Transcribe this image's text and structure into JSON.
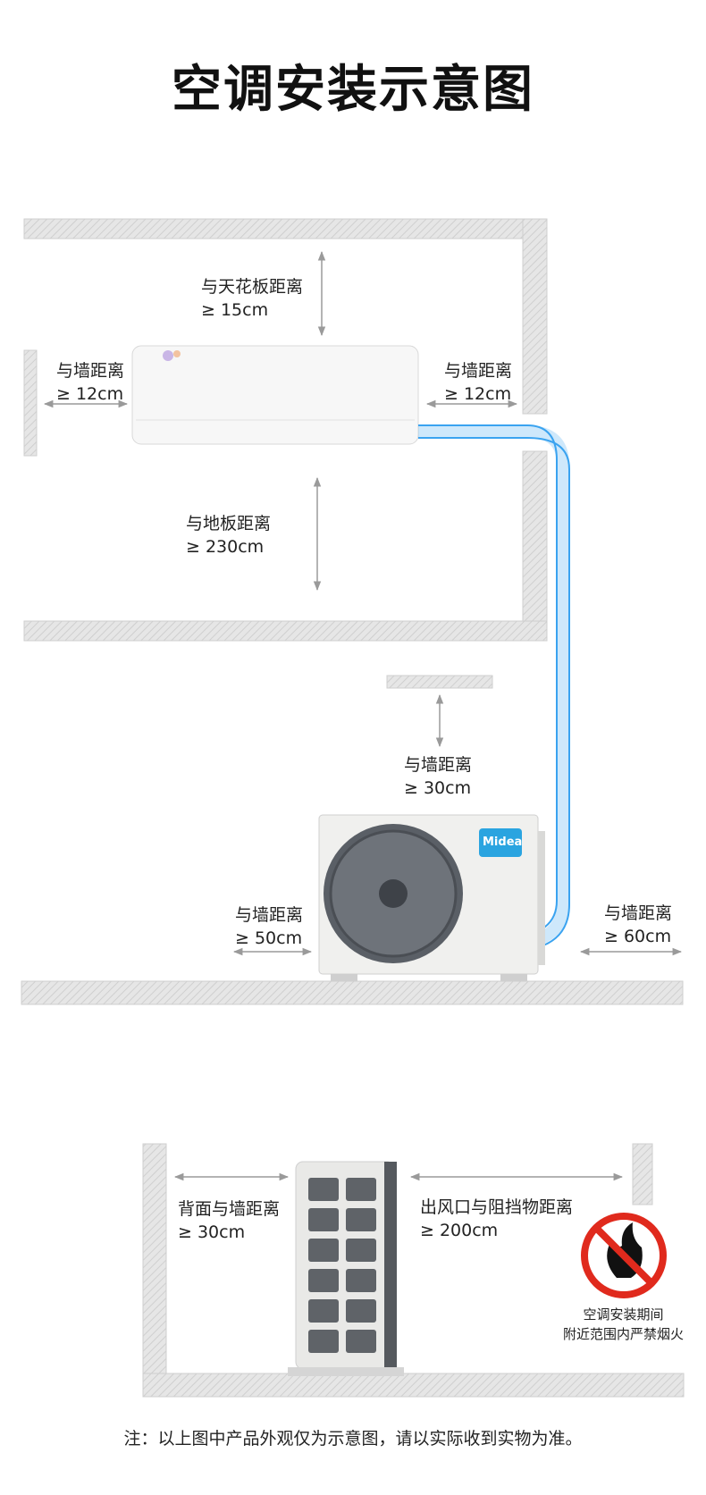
{
  "title": "空调安装示意图",
  "labels": {
    "ceiling": {
      "line1": "与天花板距离",
      "line2": "≥ 15cm"
    },
    "left_wall": {
      "line1": "与墙距离",
      "line2": "≥ 12cm"
    },
    "right_wall": {
      "line1": "与墙距离",
      "line2": "≥ 12cm"
    },
    "floor": {
      "line1": "与地板距离",
      "line2": "≥ 230cm"
    },
    "outdoor_top": {
      "line1": "与墙距离",
      "line2": "≥ 30cm"
    },
    "outdoor_left": {
      "line1": "与墙距离",
      "line2": "≥ 50cm"
    },
    "outdoor_right": {
      "line1": "与墙距离",
      "line2": "≥ 60cm"
    },
    "back_wall": {
      "line1": "背面与墙距离",
      "line2": "≥ 30cm"
    },
    "outlet": {
      "line1": "出风口与阻挡物距离",
      "line2": "≥ 200cm"
    }
  },
  "warning": {
    "line1": "空调安装期间",
    "line2": "附近范围内严禁烟火"
  },
  "brand": "Midea",
  "note": "注：以上图中产品外观仅为示意图，请以实际收到实物为准。",
  "colors": {
    "pipe": "#3aa3f0",
    "wall": "#e2e2e2",
    "prohibit": "#e02a1d",
    "brand": "#2aa4e0"
  }
}
